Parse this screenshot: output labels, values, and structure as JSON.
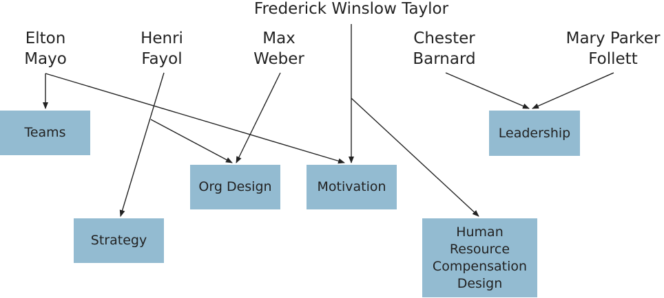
{
  "colors": {
    "box_fill": "#93bbd1",
    "line": "#222222",
    "text": "#222222"
  },
  "theorists": {
    "taylor": "Frederick Winslow Taylor",
    "mayo": "Elton\nMayo",
    "fayol": "Henri\nFayol",
    "weber": "Max\nWeber",
    "barnard": "Chester\nBarnard",
    "follett": "Mary Parker\nFollett"
  },
  "topics": {
    "teams": "Teams",
    "org_design": "Org Design",
    "motivation": "Motivation",
    "leadership": "Leadership",
    "strategy": "Strategy",
    "hr": "Human\nResource\nCompensation\nDesign"
  }
}
